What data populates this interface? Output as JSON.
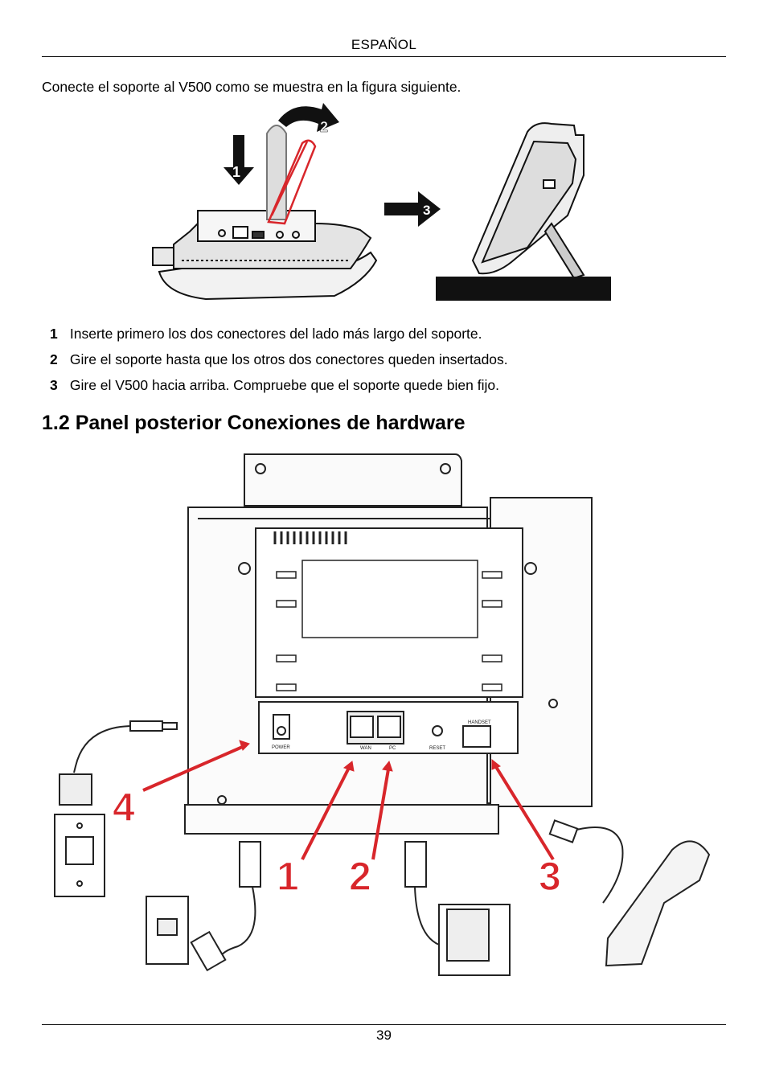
{
  "header": {
    "section": "ESPAÑOL"
  },
  "intro": {
    "text": "Conecte el soporte al V500 como se muestra en la figura siguiente."
  },
  "figure1": {
    "callouts": [
      "1",
      "2",
      "3"
    ]
  },
  "steps": [
    {
      "num": "1",
      "text": "Inserte primero los dos conectores del lado más largo del soporte."
    },
    {
      "num": "2",
      "text": "Gire el soporte hasta que los otros dos conectores queden insertados."
    },
    {
      "num": "3",
      "text": "Gire el V500 hacia arriba. Compruebe que el soporte quede bien fijo."
    }
  ],
  "section": {
    "title": "1.2 Panel posterior Conexiones de hardware"
  },
  "figure2": {
    "port_labels": {
      "power": "POWER",
      "wan": "WAN",
      "pc": "PC",
      "reset": "RESET",
      "handset": "HANDSET"
    },
    "callouts": [
      "1",
      "2",
      "3",
      "4"
    ],
    "accent_color": "#d8262b"
  },
  "footer": {
    "page": "39"
  }
}
